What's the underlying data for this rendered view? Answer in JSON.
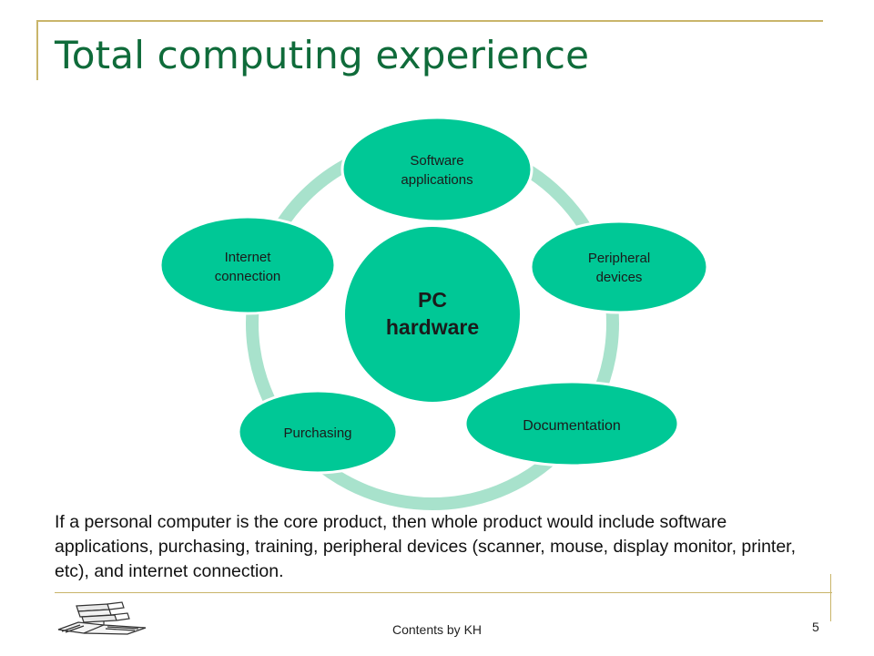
{
  "slide": {
    "title": "Total computing experience",
    "caption": "If a personal computer is the core product, then whole product would include software applications, purchasing, training, peripheral devices (scanner, mouse, display monitor, printer, etc), and internet connection.",
    "footer": "Contents by KH",
    "page_number": "5"
  },
  "diagram": {
    "center": {
      "line1": "PC",
      "line2": "hardware"
    },
    "nodes": [
      {
        "line1": "Software",
        "line2": "applications"
      },
      {
        "line1": "Peripheral",
        "line2": "devices"
      },
      {
        "line1": "Documentation",
        "line2": ""
      },
      {
        "line1": "Purchasing",
        "line2": ""
      },
      {
        "line1": "Internet",
        "line2": "connection"
      }
    ]
  },
  "colors": {
    "node_fill": "#00c896",
    "ring": "#a8e2cc",
    "title": "#0f6b3a",
    "frame": "#c9b56a"
  }
}
